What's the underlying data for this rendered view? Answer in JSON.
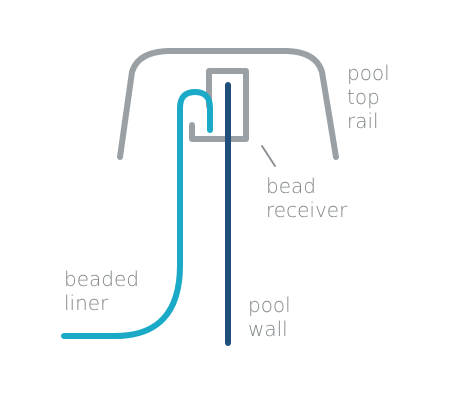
{
  "colors": {
    "rail": "#9aa0a3",
    "liner": "#1aa9c7",
    "wall": "#1f4f7a",
    "label": "#7f8588",
    "leader": "#8b9194",
    "background": "#ffffff"
  },
  "labels": {
    "pool_top_rail": {
      "line1": "pool",
      "line2": "top",
      "line3": "rail"
    },
    "bead_receiver": {
      "line1": "bead",
      "line2": "receiver"
    },
    "beaded_liner": {
      "line1": "beaded",
      "line2": "liner"
    },
    "pool_wall": {
      "line1": "pool",
      "line2": "wall"
    }
  }
}
